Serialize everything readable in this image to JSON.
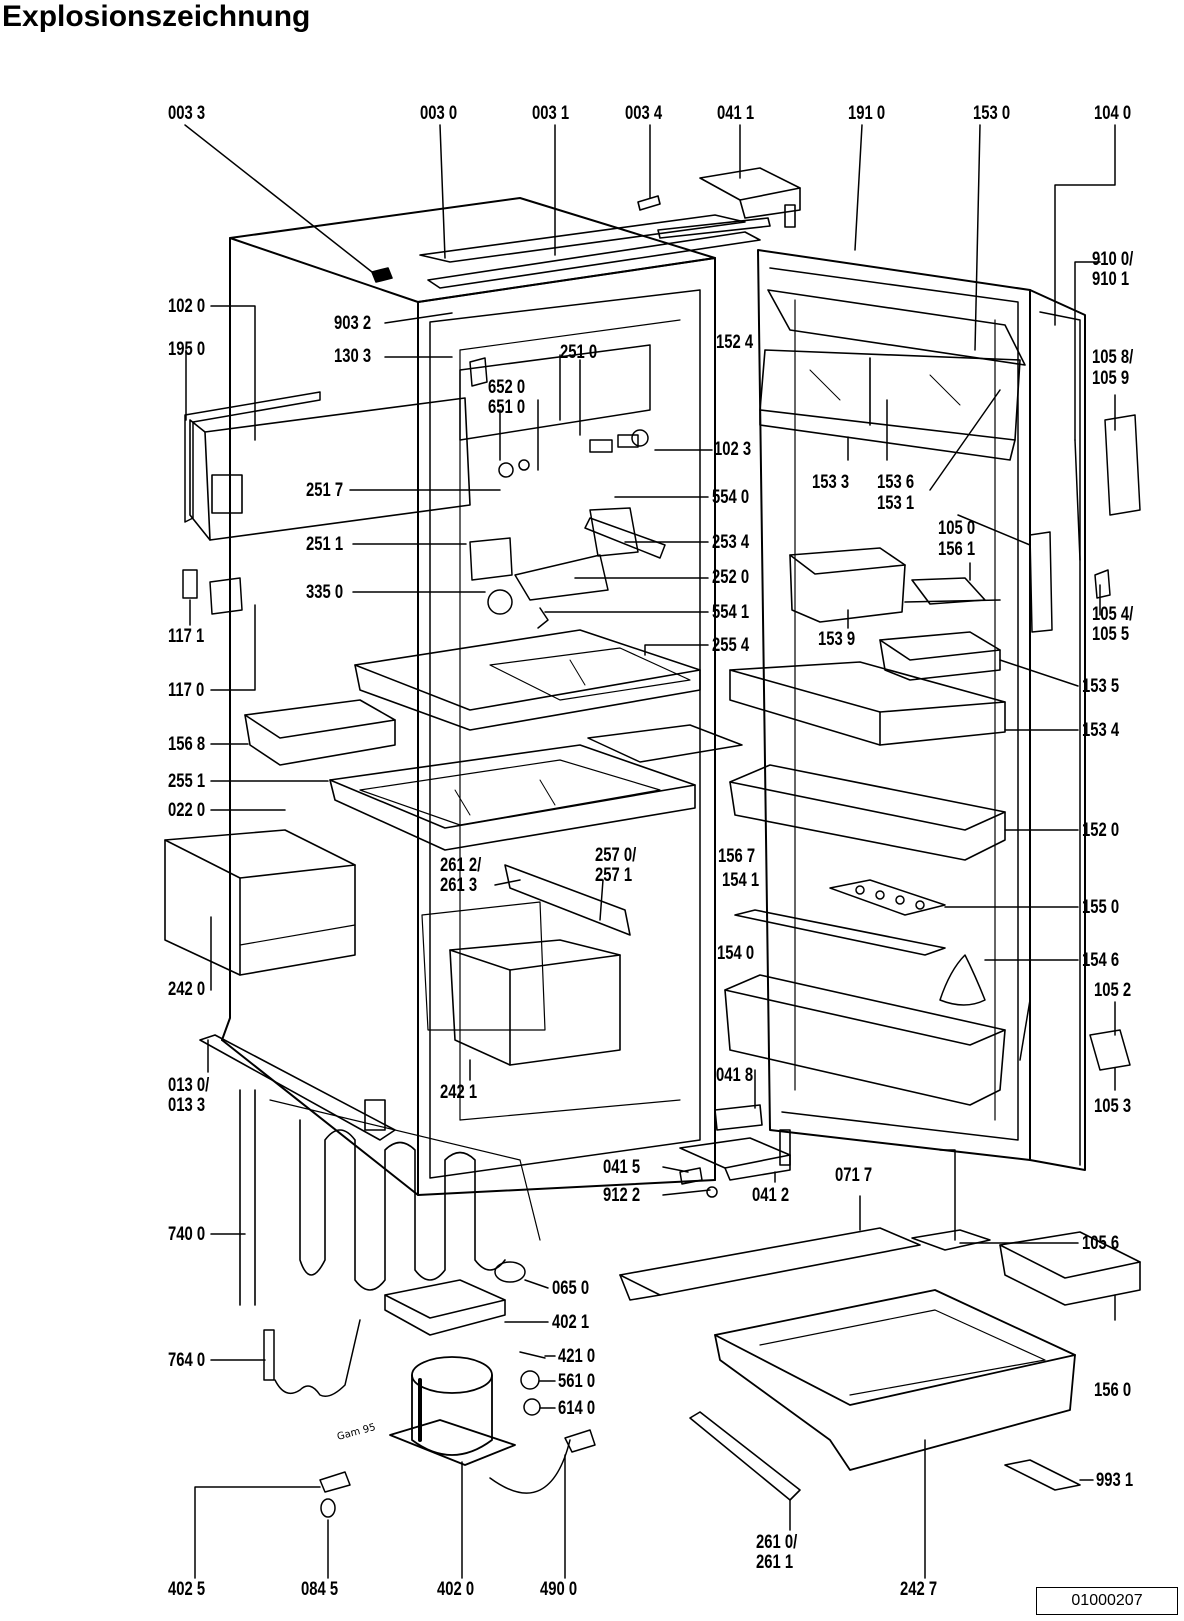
{
  "title": "Explosionszeichnung",
  "drawing_code": "01000207",
  "handwritten_note": "Gam 95",
  "part_labels": [
    {
      "id": "003-3",
      "text": "003 3"
    },
    {
      "id": "003-0",
      "text": "003 0"
    },
    {
      "id": "003-1",
      "text": "003 1"
    },
    {
      "id": "003-4",
      "text": "003 4"
    },
    {
      "id": "041-1",
      "text": "041 1"
    },
    {
      "id": "191-0",
      "text": "191 0"
    },
    {
      "id": "153-0",
      "text": "153 0"
    },
    {
      "id": "104-0",
      "text": "104 0"
    },
    {
      "id": "910-0",
      "text": "910 0/"
    },
    {
      "id": "910-1",
      "text": "910 1"
    },
    {
      "id": "102-0",
      "text": "102 0"
    },
    {
      "id": "903-2",
      "text": "903 2"
    },
    {
      "id": "195-0",
      "text": "195 0"
    },
    {
      "id": "130-3",
      "text": "130 3"
    },
    {
      "id": "251-0",
      "text": "251 0"
    },
    {
      "id": "652-0",
      "text": "652 0"
    },
    {
      "id": "651-0",
      "text": "651 0"
    },
    {
      "id": "152-4",
      "text": "152 4"
    },
    {
      "id": "105-8",
      "text": "105 8/"
    },
    {
      "id": "105-9",
      "text": "105 9"
    },
    {
      "id": "102-3",
      "text": "102 3"
    },
    {
      "id": "251-7",
      "text": "251 7"
    },
    {
      "id": "554-0",
      "text": "554 0"
    },
    {
      "id": "153-3",
      "text": "153 3"
    },
    {
      "id": "153-6",
      "text": "153 6"
    },
    {
      "id": "153-1",
      "text": "153 1"
    },
    {
      "id": "251-1",
      "text": "251 1"
    },
    {
      "id": "253-4",
      "text": "253 4"
    },
    {
      "id": "105-0",
      "text": "105 0"
    },
    {
      "id": "156-1",
      "text": "156 1"
    },
    {
      "id": "252-0",
      "text": "252 0"
    },
    {
      "id": "117-1",
      "text": "117 1"
    },
    {
      "id": "335-0",
      "text": "335 0"
    },
    {
      "id": "554-1",
      "text": "554 1"
    },
    {
      "id": "255-4",
      "text": "255 4"
    },
    {
      "id": "153-9",
      "text": "153 9"
    },
    {
      "id": "105-4",
      "text": "105 4/"
    },
    {
      "id": "105-5",
      "text": "105 5"
    },
    {
      "id": "117-0",
      "text": "117 0"
    },
    {
      "id": "153-5",
      "text": "153 5"
    },
    {
      "id": "156-8",
      "text": "156 8"
    },
    {
      "id": "153-4",
      "text": "153 4"
    },
    {
      "id": "255-1",
      "text": "255 1"
    },
    {
      "id": "022-0",
      "text": "022 0"
    },
    {
      "id": "152-0",
      "text": "152 0"
    },
    {
      "id": "261-2",
      "text": "261 2/"
    },
    {
      "id": "261-3",
      "text": "261 3"
    },
    {
      "id": "257-0",
      "text": "257 0/"
    },
    {
      "id": "257-1",
      "text": "257 1"
    },
    {
      "id": "156-7",
      "text": "156 7"
    },
    {
      "id": "154-1",
      "text": "154 1"
    },
    {
      "id": "155-0",
      "text": "155 0"
    },
    {
      "id": "154-0",
      "text": "154 0"
    },
    {
      "id": "154-6",
      "text": "154 6"
    },
    {
      "id": "242-0",
      "text": "242 0"
    },
    {
      "id": "105-2",
      "text": "105 2"
    },
    {
      "id": "242-1",
      "text": "242 1"
    },
    {
      "id": "041-8",
      "text": "041 8"
    },
    {
      "id": "013-0",
      "text": "013 0/"
    },
    {
      "id": "013-3",
      "text": "013 3"
    },
    {
      "id": "105-3",
      "text": "105 3"
    },
    {
      "id": "041-5",
      "text": "041 5"
    },
    {
      "id": "071-7",
      "text": "071 7"
    },
    {
      "id": "912-2",
      "text": "912 2"
    },
    {
      "id": "041-2",
      "text": "041 2"
    },
    {
      "id": "740-0",
      "text": "740 0"
    },
    {
      "id": "105-6",
      "text": "105 6"
    },
    {
      "id": "065-0",
      "text": "065 0"
    },
    {
      "id": "402-1",
      "text": "402 1"
    },
    {
      "id": "764-0",
      "text": "764 0"
    },
    {
      "id": "421-0",
      "text": "421 0"
    },
    {
      "id": "561-0",
      "text": "561 0"
    },
    {
      "id": "156-0",
      "text": "156 0"
    },
    {
      "id": "614-0",
      "text": "614 0"
    },
    {
      "id": "993-1",
      "text": "993 1"
    },
    {
      "id": "402-5",
      "text": "402 5"
    },
    {
      "id": "084-5",
      "text": "084 5"
    },
    {
      "id": "402-0",
      "text": "402 0"
    },
    {
      "id": "490-0",
      "text": "490 0"
    },
    {
      "id": "261-0",
      "text": "261 0/"
    },
    {
      "id": "261-1",
      "text": "261 1"
    },
    {
      "id": "242-7",
      "text": "242 7"
    }
  ]
}
